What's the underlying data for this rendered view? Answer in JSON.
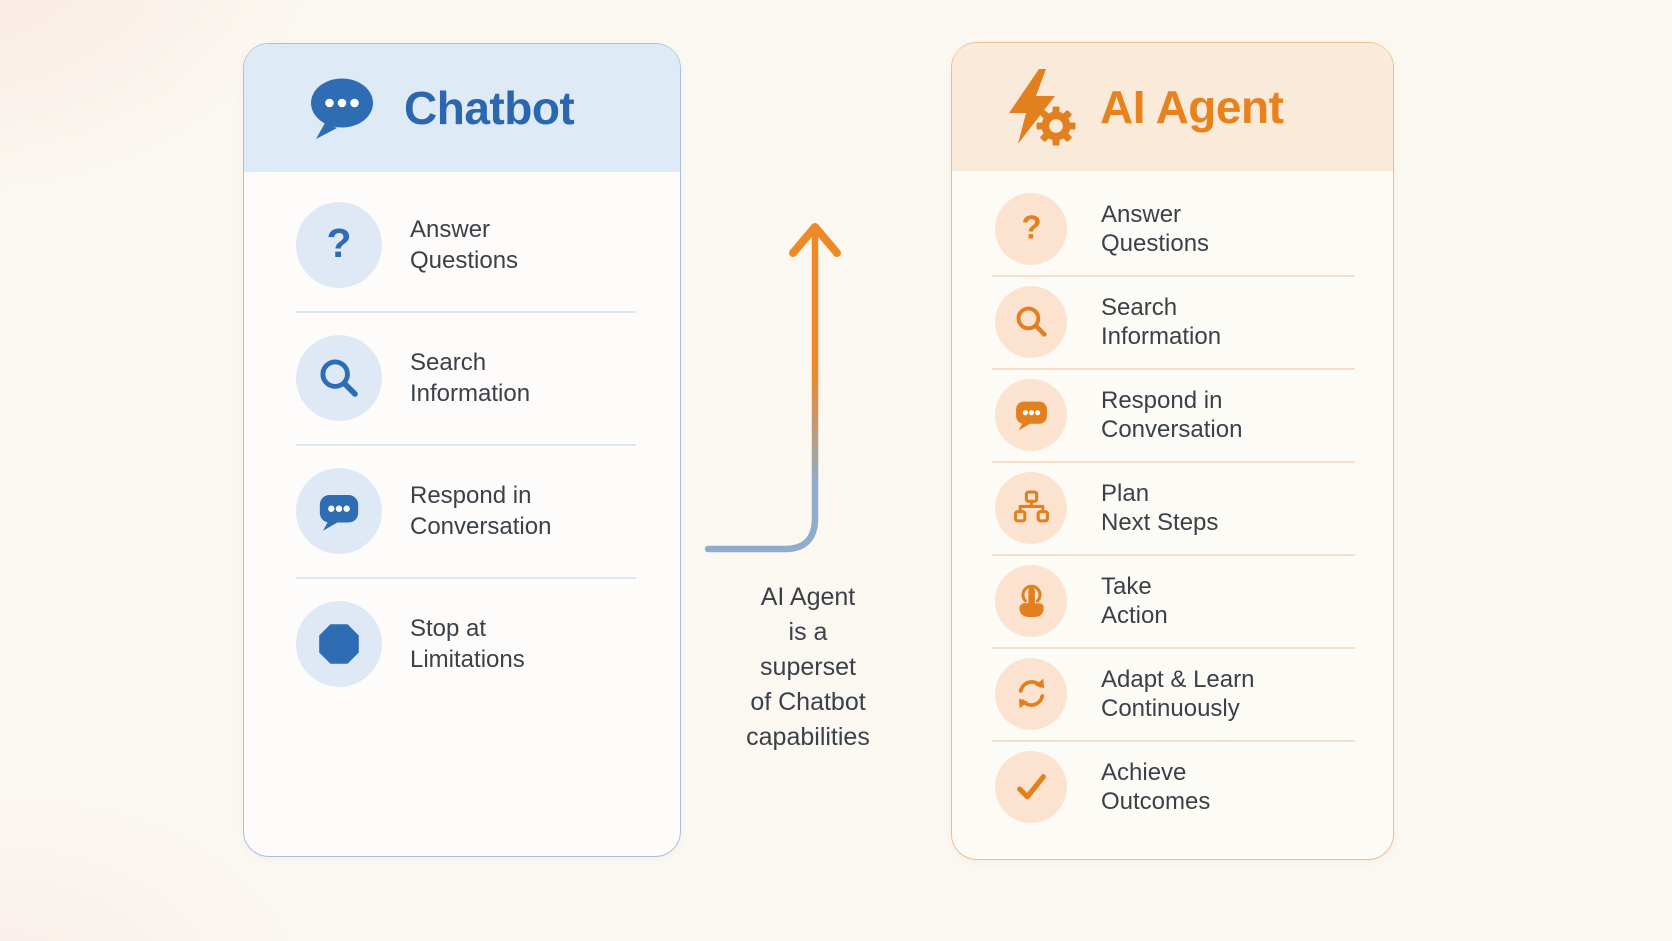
{
  "colors": {
    "page_bg": "#fbf8f1",
    "text": "#3b4148",
    "blue_accent": "#2b67af",
    "blue_header_bg": "#dfeaf7",
    "blue_circle_bg": "#dfe9f6",
    "blue_border": "#a6c1e0",
    "blue_divider": "#dbe7f3",
    "orange_accent": "#e2801f",
    "orange_title": "#e8821c",
    "orange_header_bg": "#faeada",
    "orange_circle_bg": "#fbe3cf",
    "orange_border": "#ecbf93",
    "orange_divider": "#f4e0ca",
    "card_bg_left": "#fdfcfa",
    "card_bg_right": "#fdfbf6",
    "arrow_blue": "#8fabce",
    "arrow_orange": "#ed8a27"
  },
  "chatbot_card": {
    "title": "Chatbot",
    "header_icon": "chat-bubble",
    "items": [
      {
        "icon": "question-mark",
        "lines": [
          "Answer",
          "Questions"
        ]
      },
      {
        "icon": "magnifier",
        "lines": [
          "Search",
          "Information"
        ]
      },
      {
        "icon": "chat-bubble",
        "lines": [
          "Respond in",
          "Conversation"
        ]
      },
      {
        "icon": "stop-octagon",
        "lines": [
          "Stop at",
          "Limitations"
        ]
      }
    ]
  },
  "ai_agent_card": {
    "title": "AI Agent",
    "header_icon": "bolt-gear",
    "items": [
      {
        "icon": "question-mark",
        "lines": [
          "Answer",
          "Questions"
        ]
      },
      {
        "icon": "magnifier",
        "lines": [
          "Search",
          "Information"
        ]
      },
      {
        "icon": "chat-bubble",
        "lines": [
          "Respond in",
          "Conversation"
        ]
      },
      {
        "icon": "org-chart",
        "lines": [
          "Plan",
          "Next Steps"
        ]
      },
      {
        "icon": "tap-hand",
        "lines": [
          "Take",
          "Action"
        ]
      },
      {
        "icon": "sync-arrows",
        "lines": [
          "Adapt & Learn",
          "Continuously"
        ]
      },
      {
        "icon": "checkmark",
        "lines": [
          "Achieve",
          "Outcomes"
        ]
      }
    ]
  },
  "annotation": {
    "lines": [
      "AI Agent",
      "is a",
      "superset",
      "of Chatbot",
      "capabilities"
    ]
  }
}
